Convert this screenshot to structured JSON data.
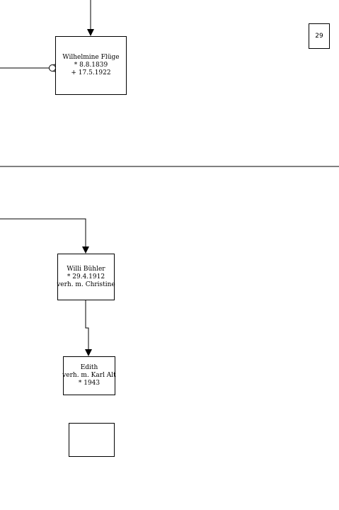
{
  "page_number": "29",
  "persons": {
    "wilhelmine": {
      "name": "Wilhelmine Flüge",
      "born": "* 8.8.1839",
      "died": "+ 17.5.1922"
    },
    "willi": {
      "name": "Willi Bühler",
      "born": "* 29.4.1912",
      "spouse": "verh. m. Christine"
    },
    "edith": {
      "name": "Edith",
      "spouse": "verh. m. Karl Alt",
      "born": "* 1943"
    }
  },
  "colors": {
    "line": "#000000",
    "background": "#ffffff"
  }
}
